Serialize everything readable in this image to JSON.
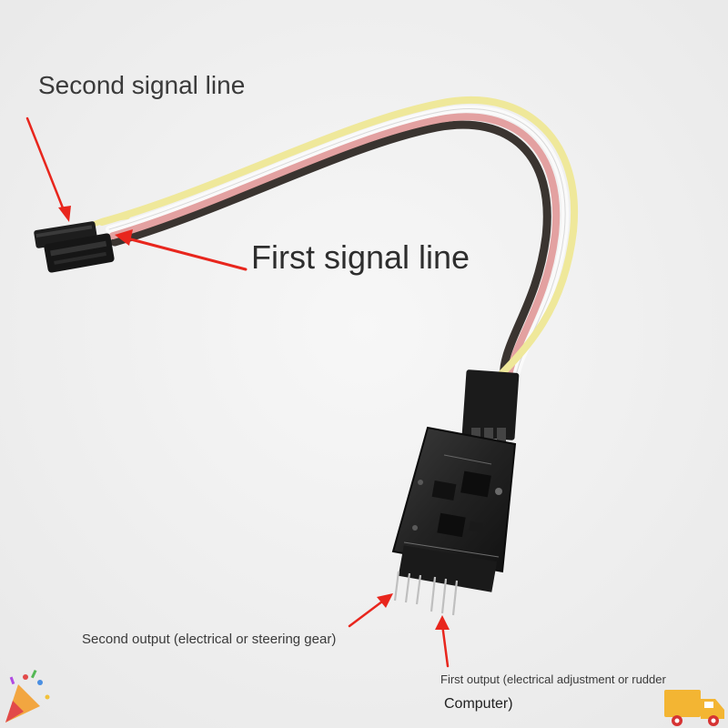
{
  "labels": {
    "second_signal_line": "Second signal line",
    "first_signal_line": "First signal line",
    "second_output": "Second output (electrical or steering gear)",
    "first_output_line1": "First output (electrical adjustment or rudder",
    "first_output_line2": "Computer)"
  },
  "icons": {
    "party": "party-popper-icon",
    "shipping": "delivery-truck-icon"
  },
  "colors": {
    "background": "#f1f1f1",
    "arrow": "#e8261d",
    "wire_yellow": "#efe89a",
    "wire_white": "#fafafa",
    "wire_red": "#e3a1a1",
    "wire_black": "#3a3430",
    "board": "#2b2b2b",
    "truck": "#f3b533"
  }
}
